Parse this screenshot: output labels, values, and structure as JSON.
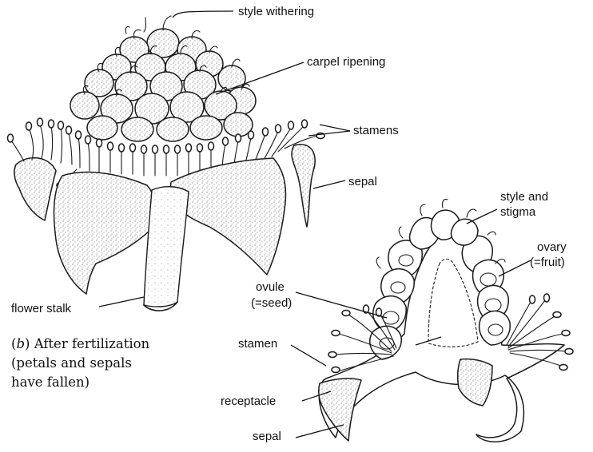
{
  "labels": {
    "style_withering": "style withering",
    "carpel_ripening": "carpel ripening",
    "stamens": "stamens",
    "sepal_upper": "sepal",
    "flower_stalk": "flower stalk",
    "style_and_stigma_1": "style and",
    "style_and_stigma_2": "stigma",
    "ovary_1": "ovary",
    "ovary_2": "(=fruit)",
    "ovule_1": "ovule",
    "ovule_2": "(=seed)",
    "stamen": "stamen",
    "receptacle": "receptacle",
    "sepal_lower": "sepal"
  },
  "caption": {
    "line1_letter": "b",
    "line1_text": "After fertilization",
    "line2": "(petals and sepals",
    "line3": "have fallen)"
  }
}
